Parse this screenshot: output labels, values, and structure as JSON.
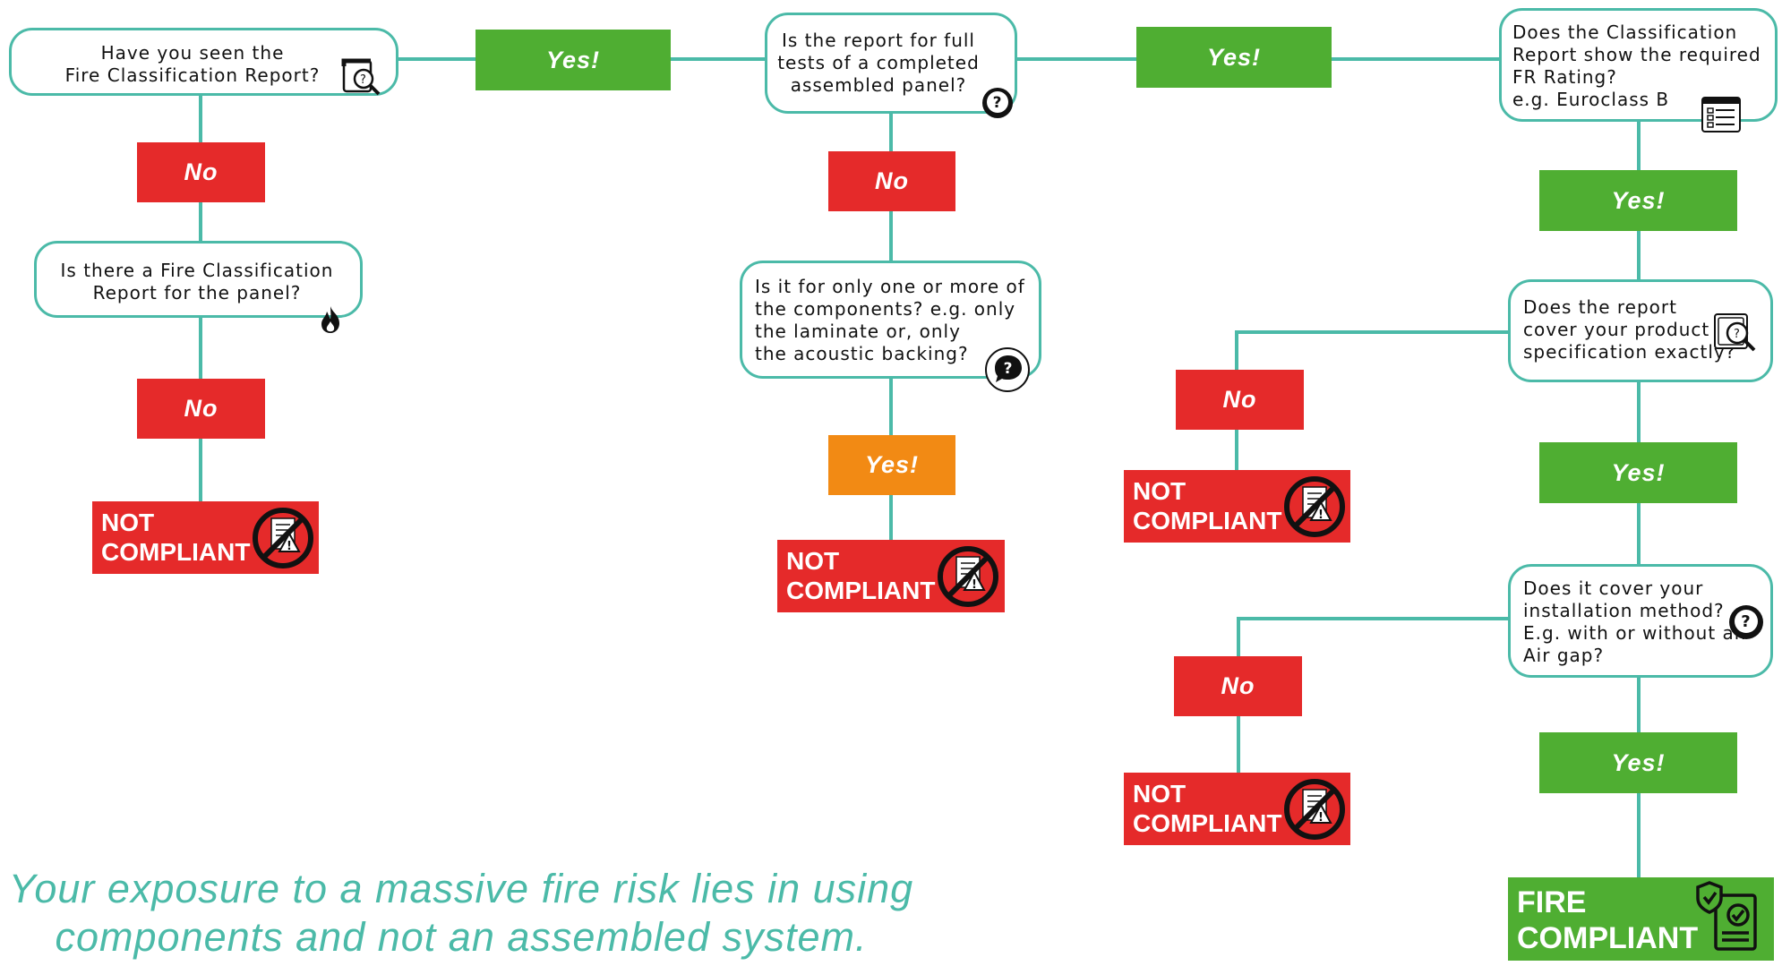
{
  "colors": {
    "connector": "#4bbaa8",
    "yes": "#4fae32",
    "no": "#e52a2a",
    "caution": "#f28a14",
    "footer_text": "#4bbaa8"
  },
  "questions": {
    "q1": {
      "text": "Have you seen the\nFire Classification Report?",
      "icon": "magnifier-document-icon"
    },
    "q2": {
      "text": "Is there a Fire Classification\nReport for the panel?",
      "icon": "fire-icon"
    },
    "q3": {
      "text": "Is the report for full\ntests of a completed\nassembled panel?",
      "icon": "question-bubble-icon"
    },
    "q4": {
      "text": "Is it for only one or more of\nthe components? e.g. only\nthe laminate or, only\nthe acoustic backing?",
      "icon": "question-bubble-icon"
    },
    "q5": {
      "text": "Does the Classification\nReport show the required\nFR Rating?\ne.g. Euroclass B",
      "icon": "report-document-icon"
    },
    "q6": {
      "text": "Does the report\ncover your product\nspecification exactly?",
      "icon": "magnifier-document-icon"
    },
    "q7": {
      "text": "Does it cover your\ninstallation method?\nE.g. with or without an\nAir gap?",
      "icon": "question-bubble-icon"
    }
  },
  "answers": {
    "yes_1": "Yes!",
    "yes_2": "Yes!",
    "yes_3": "Yes!",
    "yes_4": "Yes!",
    "yes_5": "Yes!",
    "yes_6": "Yes!",
    "no_1": "No",
    "no_2": "No",
    "no_3": "No",
    "no_4": "No",
    "no_5": "No"
  },
  "results": {
    "not_compliant": "NOT\nCOMPLIANT",
    "not_compliant_icon": "no-document-warning-icon",
    "fire_compliant": "FIRE\nCOMPLIANT",
    "fire_compliant_icon": "shield-check-document-icon"
  },
  "footer": {
    "line1": "Your exposure to a massive fire risk lies in using",
    "line2": "components and not an assembled system."
  }
}
